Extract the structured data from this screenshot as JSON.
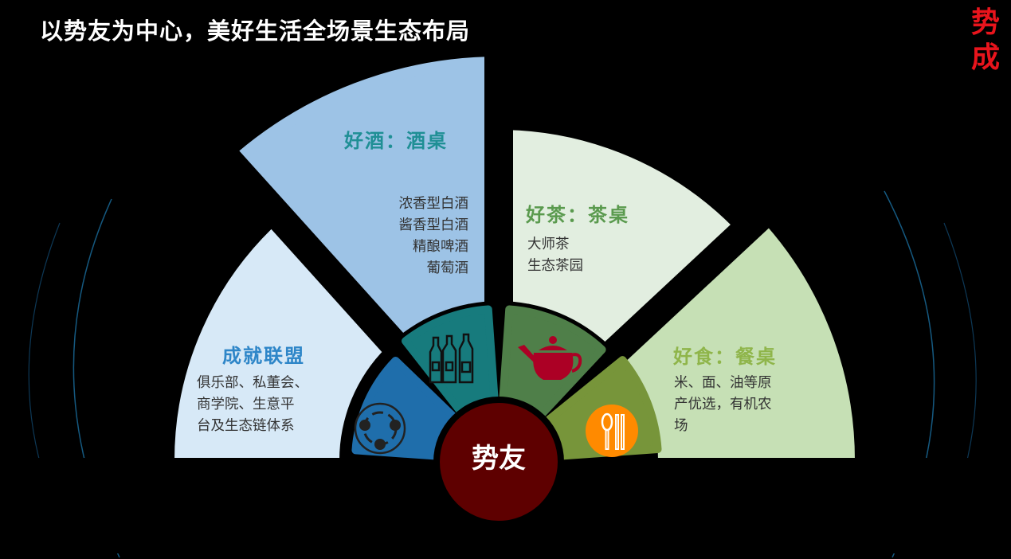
{
  "title": "以势友为中心，美好生活全场景生态布局",
  "logo_text": "势成",
  "center": "势友",
  "sectors": {
    "alliance": {
      "title": "成就联盟",
      "lines": [
        "俱乐部、私董会、",
        "商学院、生意平",
        "台及生态链体系"
      ],
      "icon": "network-icon",
      "color_outer": "#d7e9f7",
      "color_inner": "#1f6eab",
      "title_color": "#2e86c8"
    },
    "wine": {
      "title": "好酒：酒桌",
      "lines": [
        "浓香型白酒",
        "酱香型白酒",
        "精酿啤酒",
        "葡萄酒"
      ],
      "icon": "wine-bottles-icon",
      "color_outer": "#9dc3e6",
      "color_inner": "#177b7d",
      "title_color": "#1f8f95"
    },
    "tea": {
      "title": "好茶：茶桌",
      "lines": [
        "大师茶",
        "生态茶园"
      ],
      "icon": "teapot-icon",
      "color_outer": "#e2eee0",
      "color_inner": "#4f7f49",
      "title_color": "#5a9a4e"
    },
    "food": {
      "title": "好食：餐桌",
      "lines": [
        "米、面、油等原",
        "产优选，有机农",
        "场"
      ],
      "icon": "spoon-chopsticks-icon",
      "color_outer": "#c6e0b5",
      "color_inner": "#77953a",
      "title_color": "#8fb54a"
    }
  }
}
